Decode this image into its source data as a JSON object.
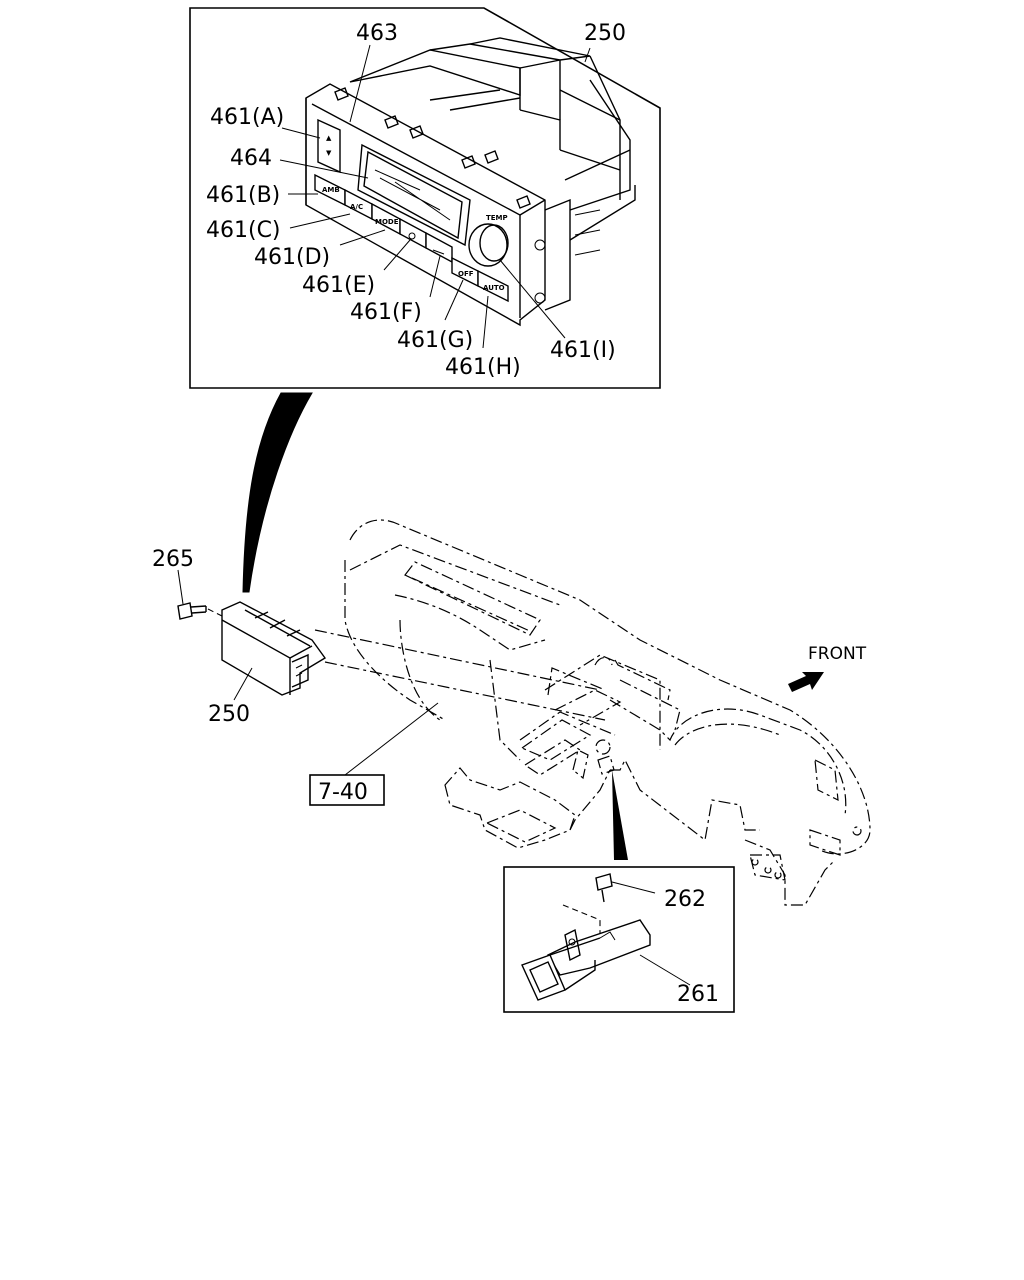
{
  "labels": {
    "p463": "463",
    "p250_detail": "250",
    "p461a": "461(A)",
    "p464": "464",
    "p461b": "461(B)",
    "p461c": "461(C)",
    "p461d": "461(D)",
    "p461e": "461(E)",
    "p461f": "461(F)",
    "p461g": "461(G)",
    "p461h": "461(H)",
    "p461i": "461(I)",
    "p265": "265",
    "p250": "250",
    "ref": "7-40",
    "front": "FRONT",
    "p262": "262",
    "p261": "261"
  },
  "buttons": {
    "amb": "AMB",
    "ac": "A/C",
    "mode": "MODE",
    "off": "OFF",
    "auto": "AUTO",
    "temp": "TEMP"
  }
}
